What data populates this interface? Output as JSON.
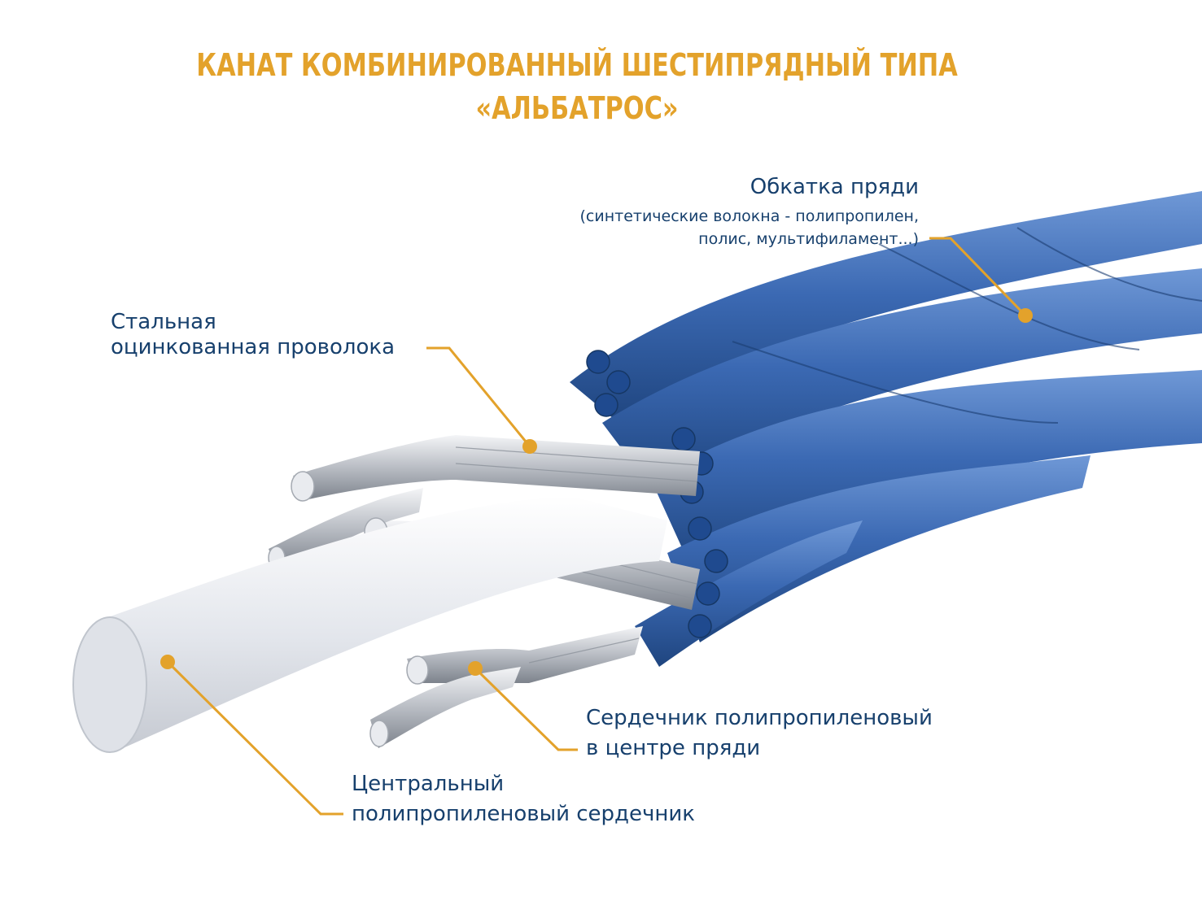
{
  "title": {
    "line1": "КАНАТ КОМБИНИРОВАННЫЙ ШЕСТИПРЯДНЫЙ ТИПА",
    "line2": "«АЛЬБАТРОС»"
  },
  "labels": {
    "strand_cover": {
      "heading": "Обкатка пряди",
      "note_line1": "(синтетические волокна - полипропилен,",
      "note_line2": "полис, мультифиламент...)"
    },
    "steel_wire": {
      "line1": "Стальная",
      "line2": "оцинкованная проволока"
    },
    "strand_core": {
      "line1": "Сердечник полипропиленовый",
      "line2": "в центре пряди"
    },
    "central_core": {
      "line1": "Центральный",
      "line2": "полипропиленовый сердечник"
    }
  },
  "colors": {
    "title": "#e3a22b",
    "label_text": "#17406d",
    "leader": "#e3a22b",
    "strand_blue": "#3a6ab5",
    "steel": "#c9ccd2",
    "core": "#e6e8ec"
  }
}
